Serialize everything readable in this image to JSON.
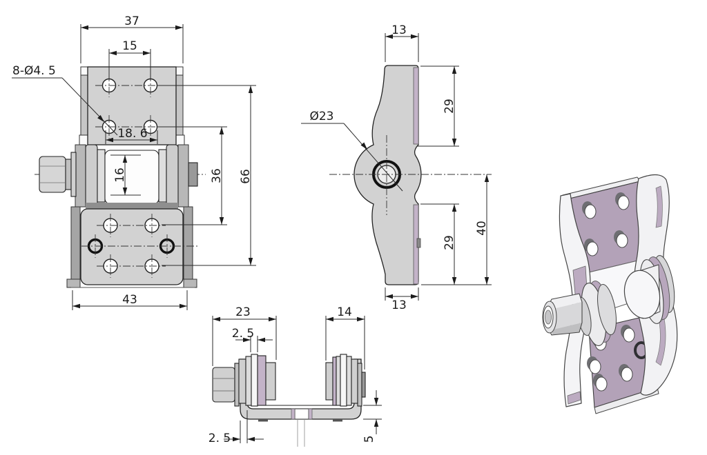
{
  "drawing": {
    "type": "engineering-drawing",
    "part": "hinge-bracket",
    "views": {
      "front": {
        "label": "front-view",
        "dims": {
          "width_top": "37",
          "hole_pitch_top": "15",
          "hole_callout": "8-Ø4. 5",
          "hole_pitch_mid": "18. 6",
          "barrel_width": "16",
          "hole_span_inner": "36",
          "hole_span_outer": "66",
          "width_bottom": "43"
        }
      },
      "side": {
        "label": "side-view",
        "dims": {
          "top_width": "13",
          "upper_arm_height": "29",
          "boss_diameter": "Ø23",
          "lower_arm_height": "29",
          "lower_span": "40",
          "bottom_width": "13"
        }
      },
      "bottom": {
        "label": "bottom-view",
        "dims": {
          "left_assembly_width": "23",
          "plate_thickness": "2. 5",
          "right_assembly_width": "14",
          "wall_thickness": "2. 5",
          "base_thickness": "5"
        }
      },
      "iso": {
        "label": "isometric-view"
      }
    },
    "colors": {
      "body_gray": "#d2d2d2",
      "accent_purple": "#b3a2b8",
      "line": "#1c1c1c",
      "background": "#ffffff"
    }
  }
}
